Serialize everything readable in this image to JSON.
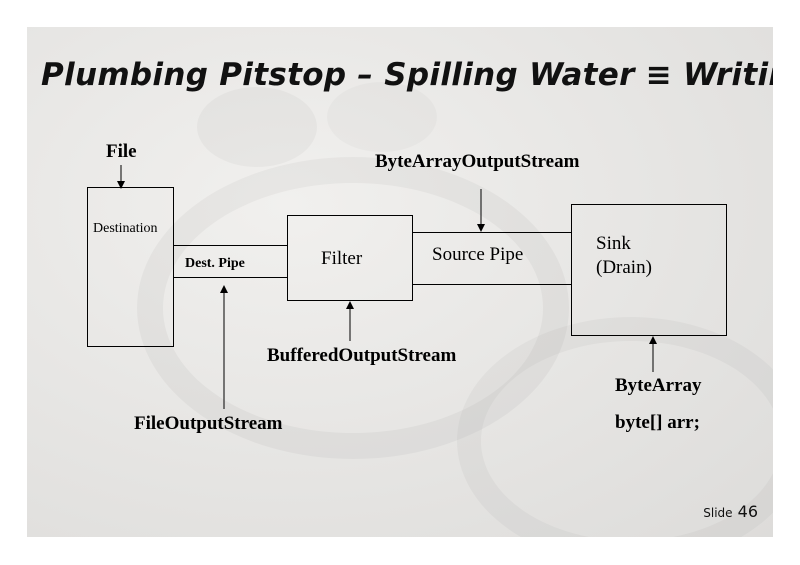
{
  "slide": {
    "title": "Plumbing Pitstop – Spilling Water ≡ Writing",
    "slide_word": "Slide",
    "slide_number": "46"
  },
  "diagram": {
    "nodes": {
      "destination": "Destination",
      "filter": "Filter",
      "sink_line1": "Sink",
      "sink_line2": "(Drain)"
    },
    "pipes": {
      "dest_pipe": "Dest. Pipe",
      "source_pipe": "Source Pipe"
    },
    "labels": {
      "file": "File",
      "byte_array_output_stream": "ByteArrayOutputStream",
      "buffered_output_stream": "BufferedOutputStream",
      "file_output_stream": "FileOutputStream",
      "byte_array": "ByteArray",
      "byte_array_decl": "byte[] arr;"
    }
  }
}
